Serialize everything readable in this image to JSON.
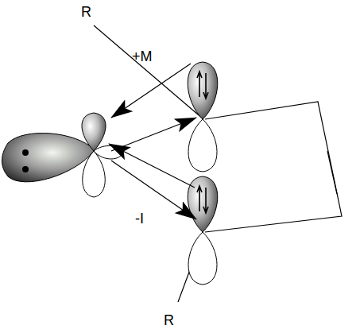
{
  "diagram": {
    "labels": [
      "R",
      "+M",
      "-I",
      "R"
    ]
  }
}
